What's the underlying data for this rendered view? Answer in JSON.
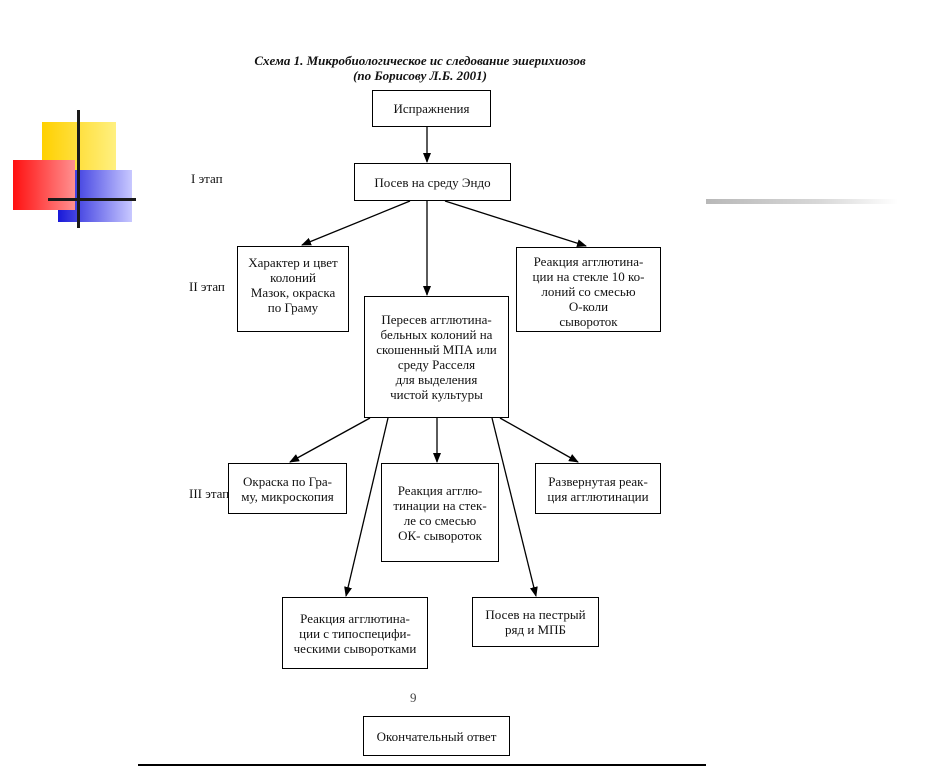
{
  "diagram": {
    "title_line1": "Схема 1. Микробиологическое ис следование эшерихиозов",
    "title_line2": "(по Борисову Л.Б. 2001)",
    "stages": {
      "stage1": "I этап",
      "stage2": "II этап",
      "stage3": "III этап"
    },
    "nodes": {
      "feces": "Испражнения",
      "endo": "Посев на среду Эндо",
      "character": "Характер и цвет\nколоний\nМазок, окраска\nпо Граму",
      "subculture": "Пересев агглютина-\nбельных колоний на\nскошенный МПА или\nсреду Расселя\nдля выделения\nчистой культуры",
      "slide_agglutination": "Реакция агглютина-\nции на стекле 10 ко-\nлоний со смесью\nО-коли\nсывороток",
      "gram_microscopy": "Окраска по Гра-\nму, микроскопия",
      "ok_agglutination": "Реакция агглю-\nтинации на стек-\nле со смесью\nОК- сывороток",
      "expanded_agglutination": "Развернутая реак-\nция агглютинации",
      "typespecific": "Реакция агглютина-\nции с типоспецифи-\nческими сыворотками",
      "motley_row": "Посев на пестрый\nряд и МПБ",
      "final": "Окончательный ответ"
    },
    "page_number": "9"
  },
  "decor": {
    "yellow": "#ffd700",
    "red": "#ff2020",
    "blue": "#2020e0",
    "cross": "#1a1a1a"
  }
}
